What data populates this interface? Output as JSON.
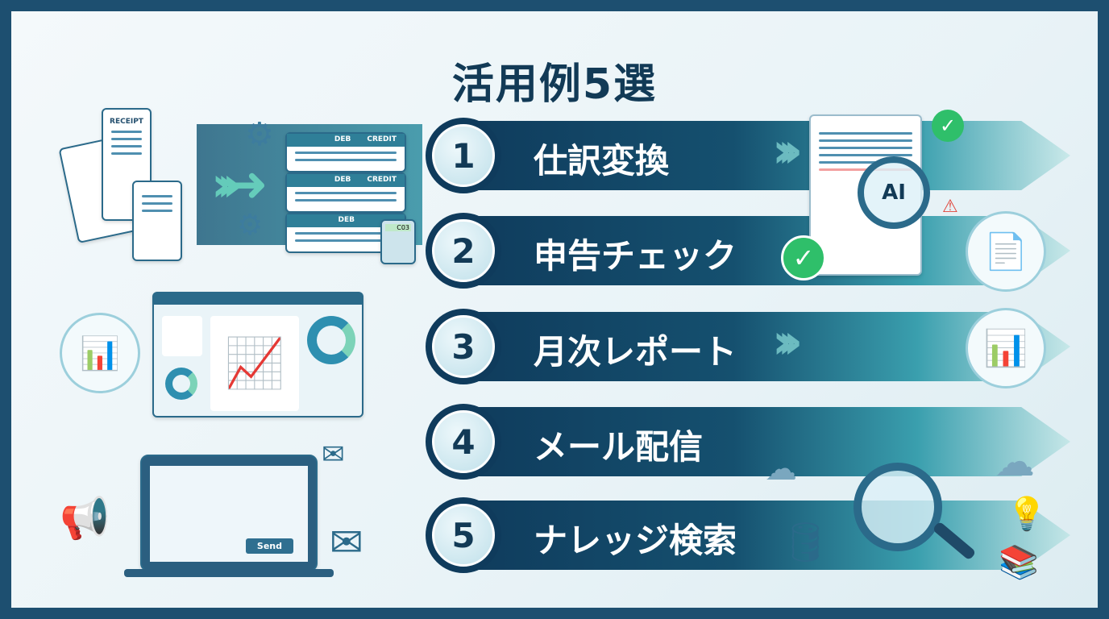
{
  "title": "活用例5選",
  "items": [
    {
      "number": "1",
      "label": "仕訳変換"
    },
    {
      "number": "2",
      "label": "申告チェック"
    },
    {
      "number": "3",
      "label": "月次レポート"
    },
    {
      "number": "4",
      "label": "メール配信"
    },
    {
      "number": "5",
      "label": "ナレッジ検索"
    }
  ],
  "illustration": {
    "receipt_label": "RECEIPT",
    "table_headers": [
      [
        "DEB",
        "CREDIT"
      ],
      [
        "DEB",
        "CREDIT"
      ],
      [
        "DEB"
      ]
    ],
    "calculator_display": "C03",
    "ai_label": "AI",
    "send_label": "Send"
  },
  "colors": {
    "navy": "#0f3b5c",
    "teal": "#3a9fae",
    "frame": "#1d4f70",
    "check": "#2fbf6a",
    "warning": "#e0453a"
  }
}
